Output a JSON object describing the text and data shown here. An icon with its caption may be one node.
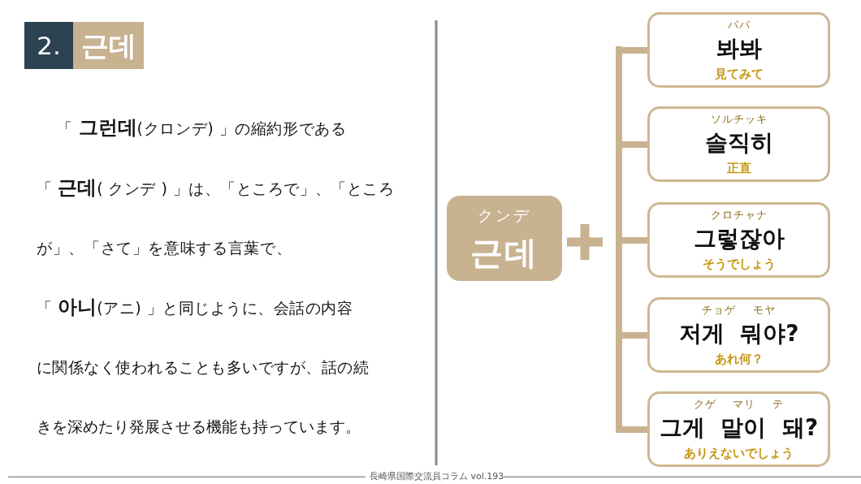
{
  "diagram": {
    "title": "근데",
    "nodes": [
      {
        "text": [
          "クンデ",
          "근데"
        ]
      },
      {
        "text": [],
        "shape": "bar"
      },
      {
        "text": [
          "パパ",
          "봐봐",
          "見てみて"
        ]
      },
      {
        "text": [
          "ソルチッキ",
          "솔직히",
          "正直"
        ]
      },
      {
        "text": [
          "クロチャナ",
          "그렇잖아",
          "そうでしょう"
        ]
      },
      {
        "text": [
          "チョゲ モヤ",
          "저게 뭐야?",
          "あれ何？"
        ]
      },
      {
        "text": [
          "クゲ マリ テ",
          "그게 말이 돼?",
          "ありえないでしょう"
        ]
      }
    ],
    "edges": [
      {
        "from": 1,
        "to": 2,
        "arrow": "none"
      },
      {
        "from": 1,
        "to": 3,
        "arrow": "none"
      },
      {
        "from": 1,
        "to": 4,
        "arrow": "none"
      },
      {
        "from": 1,
        "to": 5,
        "arrow": "none"
      },
      {
        "from": 1,
        "to": 6,
        "arrow": "none"
      }
    ],
    "labels": [
      "2.",
      "「 **그런데**(クロンデ) 」の縮約形である「 **근데**( クンデ ) 」は、「ところで」、「ところが」、「さて」を意味する言葉で、「 **아니**(アニ) 」と同じように、会話の内容に関係なく使われることも多いですが、話の続きを深めたり発展させる機能も持っています。",
      "長崎県国際交流員コラム vol.193"
    ]
  }
}
